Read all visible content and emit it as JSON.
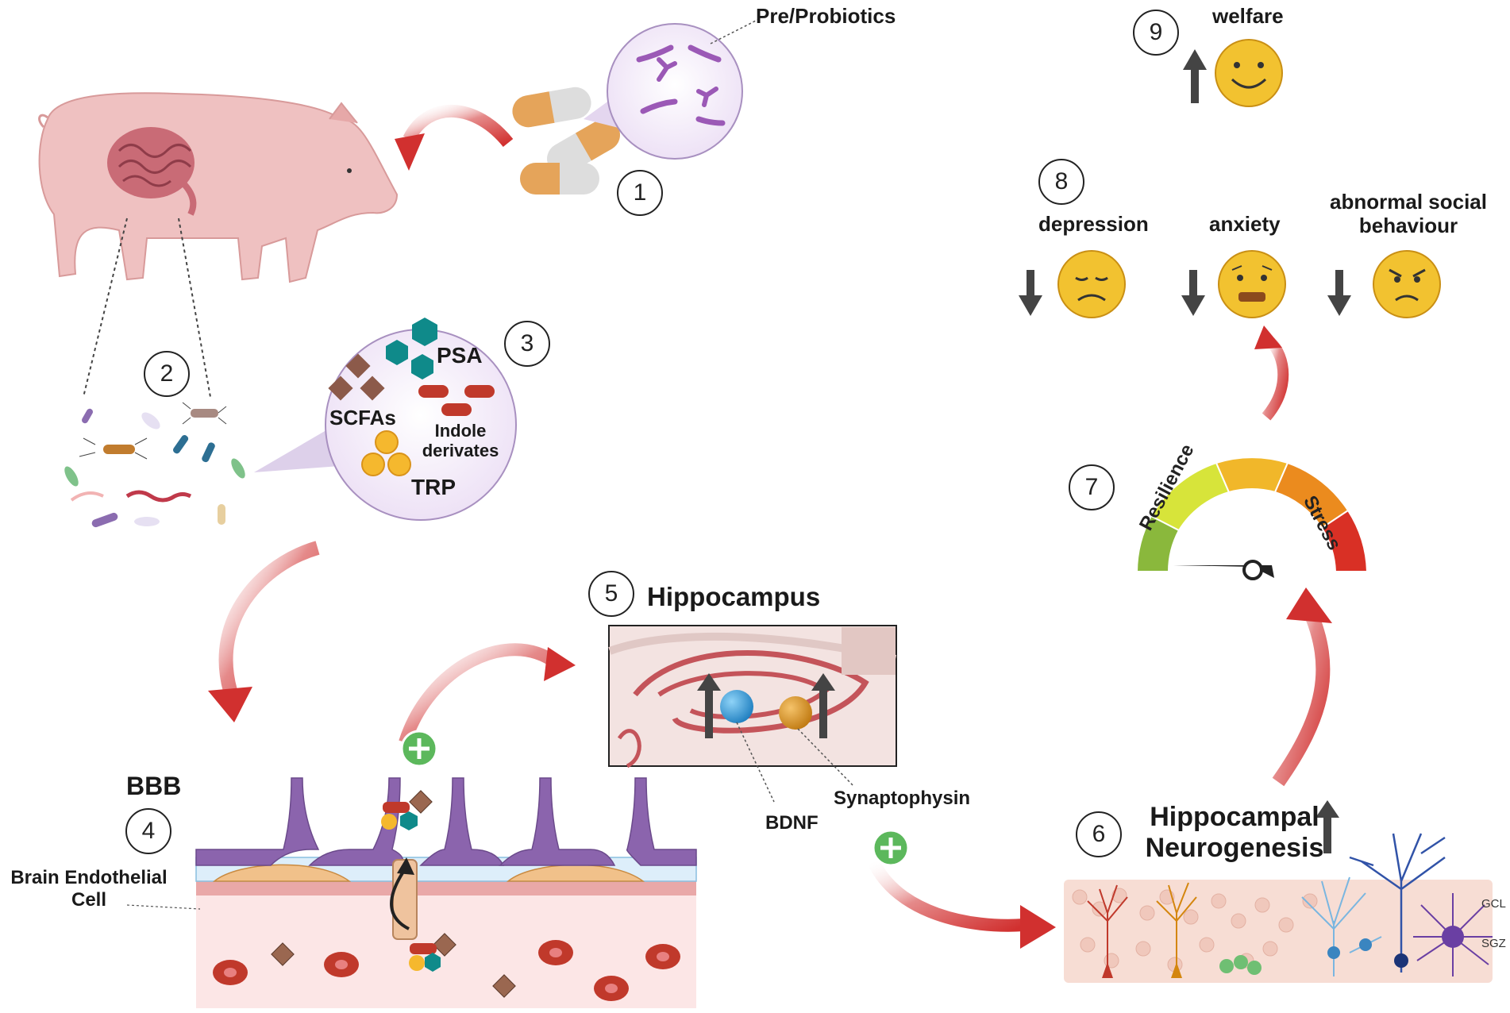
{
  "labels": {
    "preprobiotics": "Pre/Probiotics",
    "welfare": "welfare",
    "depression": "depression",
    "anxiety": "anxiety",
    "abnormal_line1": "abnormal social",
    "abnormal_line2": "behaviour",
    "psa": "PSA",
    "scfas": "SCFAs",
    "indole_line1": "Indole",
    "indole_line2": "derivates",
    "trp": "TRP",
    "hippocampus": "Hippocampus",
    "bbb": "BBB",
    "brain_endo_line1": "Brain Endothelial",
    "brain_endo_line2": "Cell",
    "bdnf": "BDNF",
    "synaptophysin": "Synaptophysin",
    "neuro_line1": "Hippocampal",
    "neuro_line2": "Neurogenesis",
    "gcl": "GCL",
    "sgz": "SGZ",
    "resilience": "Resilience",
    "stress": "Stress"
  },
  "step_numbers": [
    "1",
    "2",
    "3",
    "4",
    "5",
    "6",
    "7",
    "8",
    "9"
  ],
  "colors": {
    "arrow_red": "#d63a3a",
    "teal": "#0f8a8a",
    "pig_pink": "#efc1c1",
    "purple": "#8b5fa6",
    "emoji_yellow": "#f2c230",
    "plus_green": "#5cb85c",
    "gauge_green": "#7fb23a",
    "gauge_red": "#d93025"
  },
  "gauge": {
    "segments": [
      "green",
      "lime",
      "yellow",
      "orange",
      "red"
    ],
    "needle": "resilience"
  },
  "indicators": {
    "welfare": "up",
    "depression": "down",
    "anxiety": "down",
    "abnormal_social_behaviour": "down",
    "hippocampal_neurogenesis": "up",
    "bdnf": "up",
    "synaptophysin": "up"
  }
}
